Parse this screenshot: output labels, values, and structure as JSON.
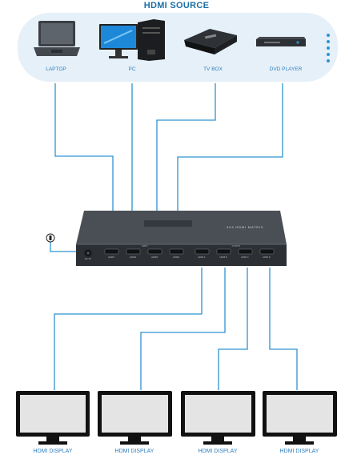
{
  "header": {
    "title": "HDMI SOURCE"
  },
  "sources": [
    {
      "label": "LAPTOP",
      "icon": "laptop-icon"
    },
    {
      "label": "PC",
      "icon": "desktop-pc-icon"
    },
    {
      "label": "TV BOX",
      "icon": "tv-box-icon"
    },
    {
      "label": "DVD PLAYER",
      "icon": "dvd-player-icon"
    }
  ],
  "device": {
    "title": "4X4 HDMI MATRIX",
    "input_group": "INPUT",
    "output_group": "OUTPUT",
    "dc_label": "DC 5V",
    "inputs": [
      "HDMI1",
      "HDMI2",
      "HDMI3",
      "HDMI4"
    ],
    "outputs": [
      "HDMI A",
      "HDMI B",
      "HDMI C",
      "HDMI D"
    ]
  },
  "displays": [
    {
      "label": "HDMI DISPLAY",
      "icon": "monitor-icon"
    },
    {
      "label": "HDMI DISPLAY",
      "icon": "monitor-icon"
    },
    {
      "label": "HDMI DISPLAY",
      "icon": "monitor-icon"
    },
    {
      "label": "HDMI DISPLAY",
      "icon": "monitor-icon"
    }
  ],
  "colors": {
    "cable": "#2e93d1",
    "panel": "#e5f0f8",
    "label": "#2f7fbf",
    "device": "#3a3f44"
  }
}
